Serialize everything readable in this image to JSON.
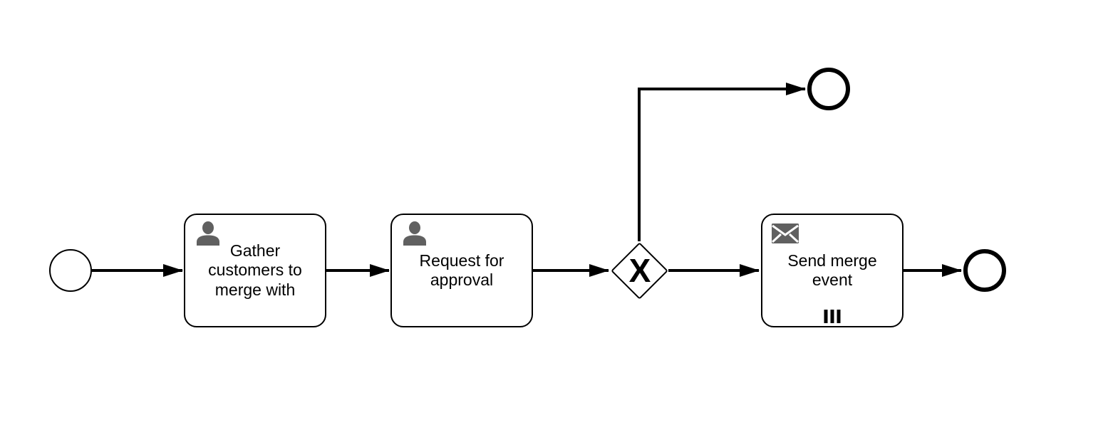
{
  "diagram": {
    "colors": {
      "stroke-color": "#000000",
      "icon-color": "#606060",
      "bg-color": "#ffffff"
    },
    "nodes": {
      "start_event": {
        "kind": "start-event"
      },
      "task_gather": {
        "label": "Gather customers to merge with",
        "icon": "user-icon"
      },
      "task_approval": {
        "label": "Request for approval",
        "icon": "user-icon"
      },
      "gateway_exclusive": {
        "marker": "X"
      },
      "task_send": {
        "label": "Send merge event",
        "icon": "message-icon",
        "marker_icon": "multi-instance-parallel-icon"
      },
      "end_event_top": {
        "kind": "end-event"
      },
      "end_event_main": {
        "kind": "end-event"
      }
    }
  }
}
